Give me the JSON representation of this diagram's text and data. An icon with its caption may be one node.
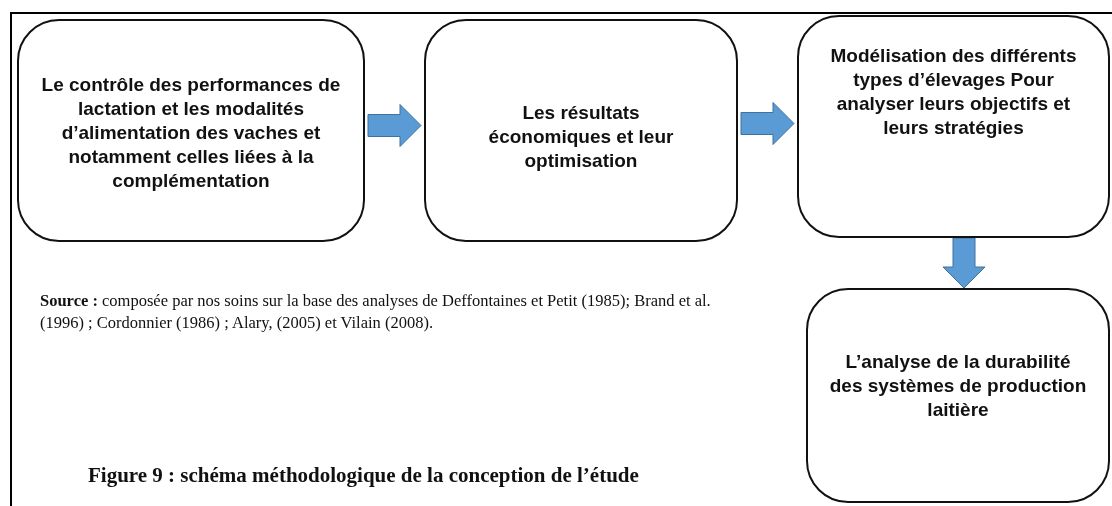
{
  "diagram": {
    "caption": "Figure 9 : schéma méthodologique de la conception de l’étude",
    "nodes": [
      {
        "text": [
          "Le contrôle des performances de lactation et les modalités d’alimentation des vaches et notamment celles liées à la complémentation"
        ]
      },
      {
        "text": [
          "Les résultats économiques et leur optimisation"
        ]
      },
      {
        "text": [
          "Modélisation des différents types d’élevages Pour analyser leurs objectifs et leurs stratégies"
        ]
      },
      {
        "text": [
          "L’analyse de la durabilité des systèmes de production laitière"
        ]
      }
    ],
    "edges": [
      {
        "from": 0,
        "to": 1,
        "arrow": "to"
      },
      {
        "from": 1,
        "to": 2,
        "arrow": "to"
      },
      {
        "from": 2,
        "to": 3,
        "arrow": "to"
      }
    ],
    "labels": [
      "**Source :** composée par nos soins sur la base des analyses de Deffontaines et Petit (1985); Brand et al. (1996) ; Cordonnier (1986) ; Alary, (2005) et Vilain (2008)."
    ]
  }
}
